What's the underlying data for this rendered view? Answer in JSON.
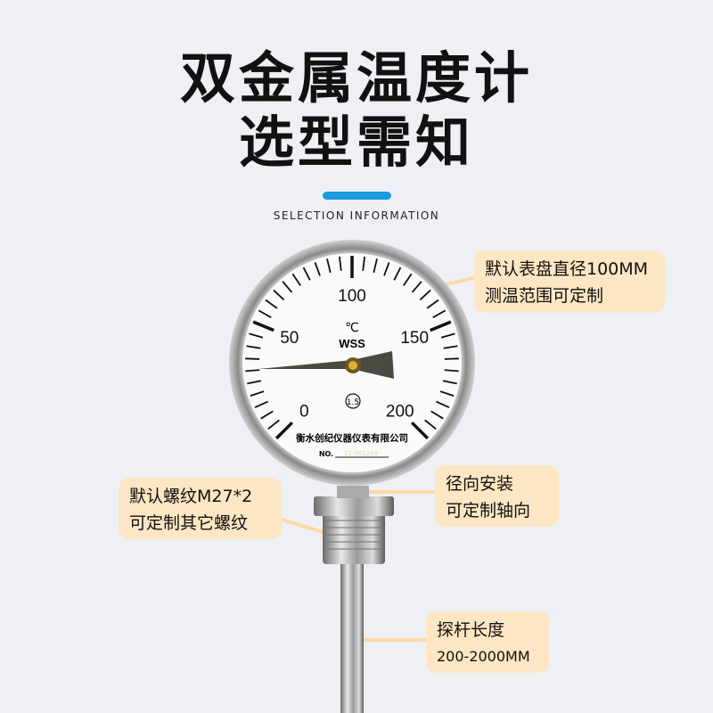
{
  "title": {
    "line1": "双金属温度计",
    "line2": "选型需知",
    "subtitle": "SELECTION INFORMATION",
    "accent": "#1a9ae0"
  },
  "gauge": {
    "unit": "℃",
    "model": "WSS",
    "accuracy": "1.5",
    "manufacturer": "衡水创纪仪器仪表有限公司",
    "serial_label": "NO.",
    "serial": "21-081299",
    "scale_min": 0,
    "scale_max": 200,
    "major_labels": [
      "0",
      "50",
      "100",
      "150",
      "200"
    ],
    "needle_value": 33
  },
  "callouts": [
    {
      "line1": "默认表盘直径100MM",
      "line2": "测温范围可定制"
    },
    {
      "line1": "默认螺纹M27*2",
      "line2": "可定制其它螺纹"
    },
    {
      "line1": "径向安装",
      "line2": "可定制轴向"
    },
    {
      "line1": "探杆长度",
      "line2": "200-2000MM"
    }
  ],
  "colors": {
    "callout_bg": "#fde6c3",
    "background": "#eef0f6"
  }
}
